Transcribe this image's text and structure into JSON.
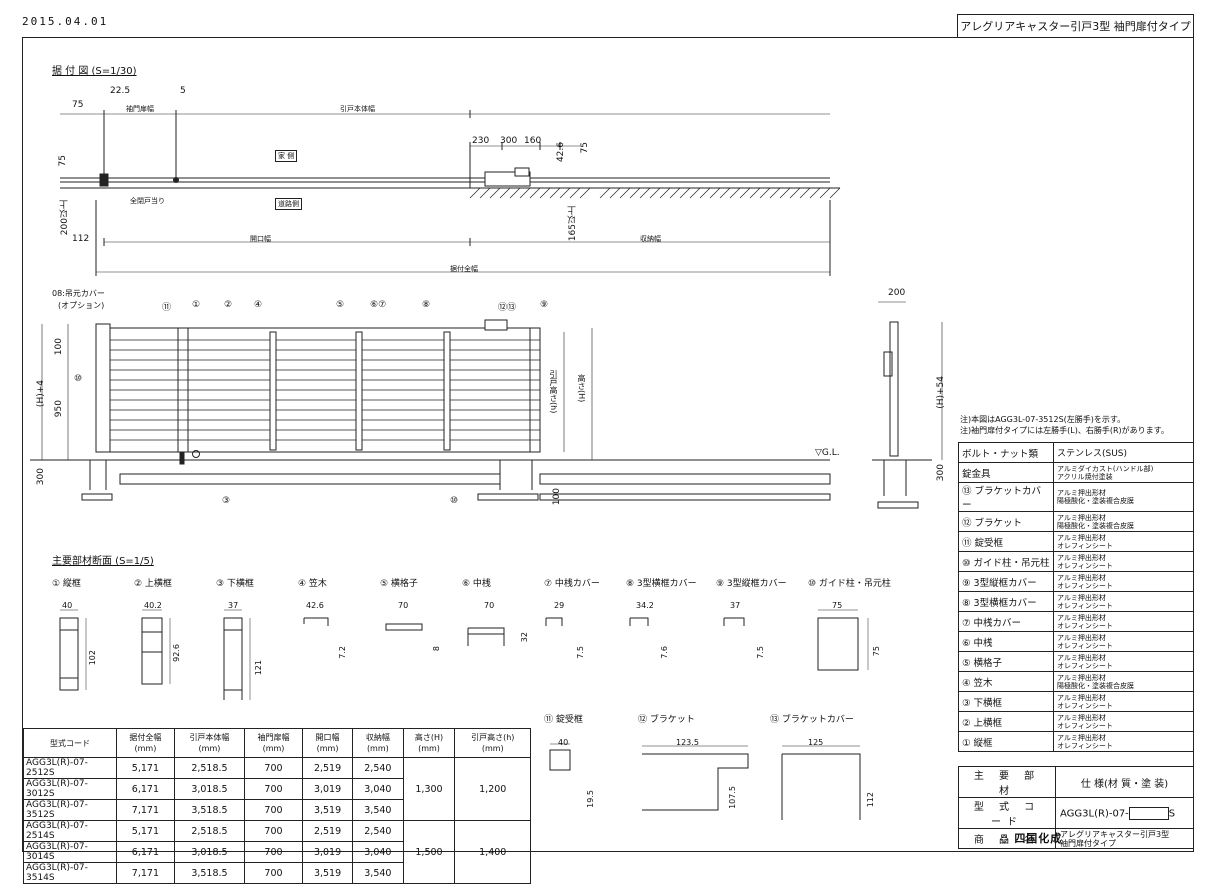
{
  "header": {
    "date": "2015.04.01",
    "title": "アレグリアキャスター引戸3型 袖門扉付タイプ"
  },
  "plan": {
    "section_title": "据 付 図 (S=1/30)",
    "labels": {
      "sleeve_width": "袖門扉幅",
      "body_width": "引戸本体幅",
      "house_side": "家 側",
      "road_side": "道路側",
      "full_stop": "全閉戸当り",
      "opening_width": "開口幅",
      "storage_width": "収納幅",
      "total_width": "据付全幅"
    },
    "dims": {
      "d75a": "75",
      "d22_5": "22.5",
      "d5": "5",
      "d75b": "75",
      "d200": "200以上",
      "d112": "112",
      "d230": "230",
      "d300": "300",
      "d160": "160",
      "d42_6": "42.6",
      "d75c": "75",
      "d165": "165以上"
    }
  },
  "elevation": {
    "cover_label": "08:吊元カバー",
    "cover_sub": "(オプション)",
    "gl": "▽G.L.",
    "dims": {
      "h4": "(H)+4",
      "h100": "100",
      "h950": "950",
      "h300": "300",
      "door_h": "引戸高さ(h)",
      "height_h": "高さ(H)",
      "d100": "100"
    },
    "callouts": [
      "⑪",
      "①",
      "②",
      "④",
      "⑤",
      "⑥⑦",
      "⑧",
      "⑫⑬",
      "⑨",
      "⑩",
      "③",
      "⑩"
    ],
    "side": {
      "d200": "200",
      "h54": "(H)+54",
      "h300": "300"
    }
  },
  "sections": {
    "title": "主要部材断面 (S=1/5)",
    "items": [
      {
        "label": "① 縦框",
        "w": "40",
        "h": "102"
      },
      {
        "label": "② 上横框",
        "w": "40.2",
        "h": "92.6"
      },
      {
        "label": "③ 下横框",
        "w": "37",
        "h": "121"
      },
      {
        "label": "④ 笠木",
        "w": "42.6",
        "h": "7.2"
      },
      {
        "label": "⑤ 横格子",
        "w": "70",
        "h": "8"
      },
      {
        "label": "⑥ 中桟",
        "w": "70",
        "h": "32"
      },
      {
        "label": "⑦ 中桟カバー",
        "w": "29",
        "h": "7.5"
      },
      {
        "label": "⑧ 3型横框カバー",
        "w": "34.2",
        "h": "7.6"
      },
      {
        "label": "⑨ 3型縦框カバー",
        "w": "37",
        "h": "7.5"
      },
      {
        "label": "⑩ ガイド柱・吊元柱",
        "w": "75",
        "h": "75"
      },
      {
        "label": "⑪ 錠受框",
        "w": "40",
        "h": "19.5"
      },
      {
        "label": "⑫ ブラケット",
        "w": "123.5",
        "h": "107.5"
      },
      {
        "label": "⑬ ブラケットカバー",
        "w": "125",
        "h": "112"
      }
    ]
  },
  "models": {
    "headers": [
      "型式コード",
      "据付全幅\n(mm)",
      "引戸本体幅\n(mm)",
      "袖門扉幅\n(mm)",
      "開口幅\n(mm)",
      "収納幅\n(mm)",
      "高さ(H)\n(mm)",
      "引戸高さ(h)\n(mm)"
    ],
    "rows": [
      [
        "AGG3L(R)-07-2512S",
        "5,171",
        "2,518.5",
        "700",
        "2,519",
        "2,540"
      ],
      [
        "AGG3L(R)-07-3012S",
        "6,171",
        "3,018.5",
        "700",
        "3,019",
        "3,040"
      ],
      [
        "AGG3L(R)-07-3512S",
        "7,171",
        "3,518.5",
        "700",
        "3,519",
        "3,540"
      ],
      [
        "AGG3L(R)-07-2514S",
        "5,171",
        "2,518.5",
        "700",
        "2,519",
        "2,540"
      ],
      [
        "AGG3L(R)-07-3014S",
        "6,171",
        "3,018.5",
        "700",
        "3,019",
        "3,040"
      ],
      [
        "AGG3L(R)-07-3514S",
        "7,171",
        "3,518.5",
        "700",
        "3,519",
        "3,540"
      ]
    ],
    "groups": [
      {
        "H": "1,300",
        "h": "1,200"
      },
      {
        "H": "1,500",
        "h": "1,400"
      }
    ]
  },
  "notes": [
    "注)本図はAGG3L-07-3512S(左勝手)を示す。",
    "注)袖門扉付タイプには左勝手(L)、右勝手(R)があります。"
  ],
  "spec": {
    "rows": [
      [
        "ボルト・ナット類",
        "ステンレス(SUS)"
      ],
      [
        "錠金具",
        "アルミダイカスト(ハンドル部)\nアクリル焼付塗装"
      ],
      [
        "⑬ ブラケットカバー",
        "アルミ押出形材\n陽極酸化・塗装複合皮膜"
      ],
      [
        "⑫ ブラケット",
        "アルミ押出形材\n陽極酸化・塗装複合皮膜"
      ],
      [
        "⑪ 錠受框",
        "アルミ押出形材\nオレフィンシート"
      ],
      [
        "⑩ ガイド柱・吊元柱",
        "アルミ押出形材\nオレフィンシート"
      ],
      [
        "⑨ 3型縦框カバー",
        "アルミ押出形材\nオレフィンシート"
      ],
      [
        "⑧ 3型横框カバー",
        "アルミ押出形材\nオレフィンシート"
      ],
      [
        "⑦ 中桟カバー",
        "アルミ押出形材\nオレフィンシート"
      ],
      [
        "⑥ 中桟",
        "アルミ押出形材\nオレフィンシート"
      ],
      [
        "⑤ 横格子",
        "アルミ押出形材\nオレフィンシート"
      ],
      [
        "④ 笠木",
        "アルミ押出形材\n陽極酸化・塗装複合皮膜"
      ],
      [
        "③ 下横框",
        "アルミ押出形材\nオレフィンシート"
      ],
      [
        "② 上横框",
        "アルミ押出形材\nオレフィンシート"
      ],
      [
        "① 縦框",
        "アルミ押出形材\nオレフィンシート"
      ]
    ],
    "footer": [
      {
        "label": "主 要 部 材",
        "value": "仕 様(材 質・塗 装)"
      },
      {
        "label": "型 式 コ ード",
        "value": "AGG3L(R)-07-",
        "suffix": "S"
      },
      {
        "label": "商 品 名",
        "value": "アレグリアキャスター引戸3型\n袖門扉付タイプ"
      }
    ],
    "logo": "四国化成"
  }
}
